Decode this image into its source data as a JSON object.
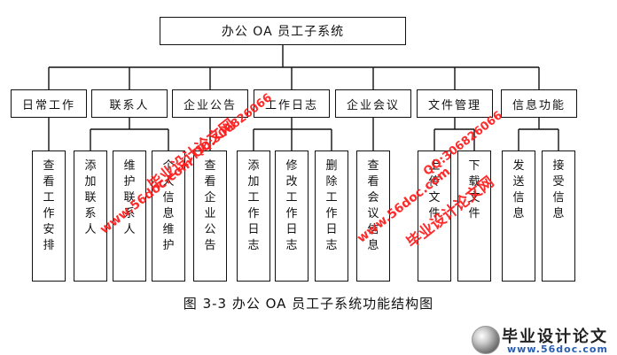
{
  "diagram": {
    "root": "办公 OA 员工子系统",
    "groups": [
      {
        "label": "日常工作",
        "children": [
          "查看工作安排"
        ]
      },
      {
        "label": "联系人",
        "children": [
          "添加联系人",
          "维护联系人"
        ]
      },
      {
        "label": "企业公告",
        "children": [
          "个人信息维护",
          "查看企业公告"
        ]
      },
      {
        "label": "工作日志",
        "children": [
          "添加工作日志",
          "修改工作日志",
          "删除工作日志"
        ]
      },
      {
        "label": "企业会议",
        "children": [
          "查看会议信息"
        ]
      },
      {
        "label": "文件管理",
        "children": [
          "上传文件",
          "下载文件"
        ]
      },
      {
        "label": "信息功能",
        "children": [
          "发送信息",
          "接受信息"
        ]
      }
    ],
    "caption": "图 3-3  办公 OA 员工子系统功能结构图"
  },
  "watermarks": {
    "site_cn": "毕业设计论文网",
    "url": "www.56doc.com",
    "qq": "QQ:306826066"
  },
  "logo": {
    "title": "毕业设计论文",
    "url": "www.56doc.com"
  },
  "colors": {
    "watermark": "#ff1a1a",
    "line": "#111111",
    "logo_url": "#2a5db0"
  }
}
